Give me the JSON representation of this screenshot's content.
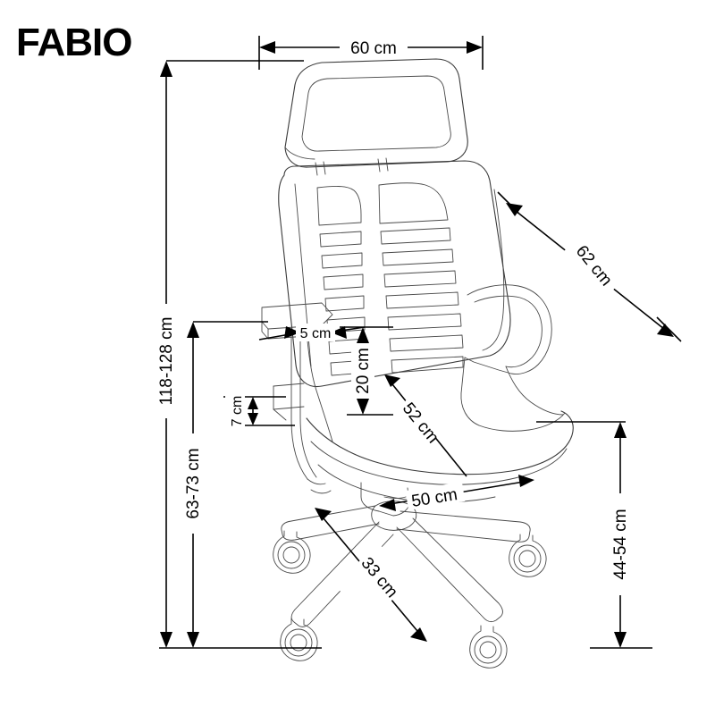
{
  "document": {
    "type": "technical-dimension-drawing",
    "product_name": "FABIO",
    "product_category": "office-chair",
    "units": "cm",
    "background_color": "#ffffff",
    "line_color": "#3a3a3a",
    "dimension_color": "#000000"
  },
  "title": {
    "text": "FABIO"
  },
  "dimensions": {
    "overall_width": {
      "label": "60 cm",
      "value_min": 60,
      "value_max": 60,
      "orientation": "horizontal",
      "position": "top",
      "describes": "backrest-width"
    },
    "overall_depth": {
      "label": "62 cm",
      "value_min": 62,
      "value_max": 62,
      "orientation": "diagonal",
      "position": "right",
      "describes": "seat-depth"
    },
    "total_height": {
      "label": "118-128 cm",
      "value_min": 118,
      "value_max": 128,
      "orientation": "vertical",
      "position": "far-left",
      "describes": "total-chair-height-adjustable"
    },
    "backrest_height": {
      "label": "63-73 cm",
      "value_min": 63,
      "value_max": 73,
      "orientation": "vertical",
      "position": "left",
      "describes": "seat-to-headrest-height-adjustable"
    },
    "seat_height": {
      "label": "44-54 cm",
      "value_min": 44,
      "value_max": 54,
      "orientation": "vertical",
      "position": "right",
      "describes": "floor-to-seat-height-adjustable"
    },
    "armrest_width": {
      "label": "5 cm",
      "value_min": 5,
      "value_max": 5,
      "orientation": "horizontal",
      "position": "left-armrest",
      "describes": "armrest-pad-width"
    },
    "armrest_height": {
      "label": "20 cm",
      "value_min": 20,
      "value_max": 20,
      "orientation": "vertical",
      "position": "center",
      "describes": "seat-to-armrest-height"
    },
    "armrest_offset": {
      "label": "7 cm",
      "value_min": 7,
      "value_max": 7,
      "orientation": "vertical",
      "position": "left-lower",
      "describes": "armrest-adjustment-range"
    },
    "backrest_length": {
      "label": "52 cm",
      "value_min": 52,
      "value_max": 52,
      "orientation": "diagonal",
      "position": "center",
      "describes": "backrest-panel-height"
    },
    "seat_width": {
      "label": "50 cm",
      "value_min": 50,
      "value_max": 50,
      "orientation": "horizontal",
      "position": "seat",
      "describes": "seat-width"
    },
    "base_radius": {
      "label": "33 cm",
      "value_min": 33,
      "value_max": 33,
      "orientation": "diagonal",
      "position": "base",
      "describes": "base-arm-length"
    }
  },
  "parts": [
    {
      "name": "headrest",
      "shape": "rounded-rectangle-outline"
    },
    {
      "name": "backrest-mesh",
      "shape": "slatted-panel",
      "slat_rows": 9
    },
    {
      "name": "left-armrest",
      "shape": "l-profile"
    },
    {
      "name": "right-armrest",
      "shape": "padded-contour"
    },
    {
      "name": "seat-cushion",
      "shape": "rounded-pad"
    },
    {
      "name": "gas-lift-column",
      "shape": "cylinder"
    },
    {
      "name": "five-star-base",
      "shape": "star-base",
      "arms": 5
    },
    {
      "name": "castor-wheels",
      "shape": "concentric-circles",
      "count": 5
    }
  ]
}
